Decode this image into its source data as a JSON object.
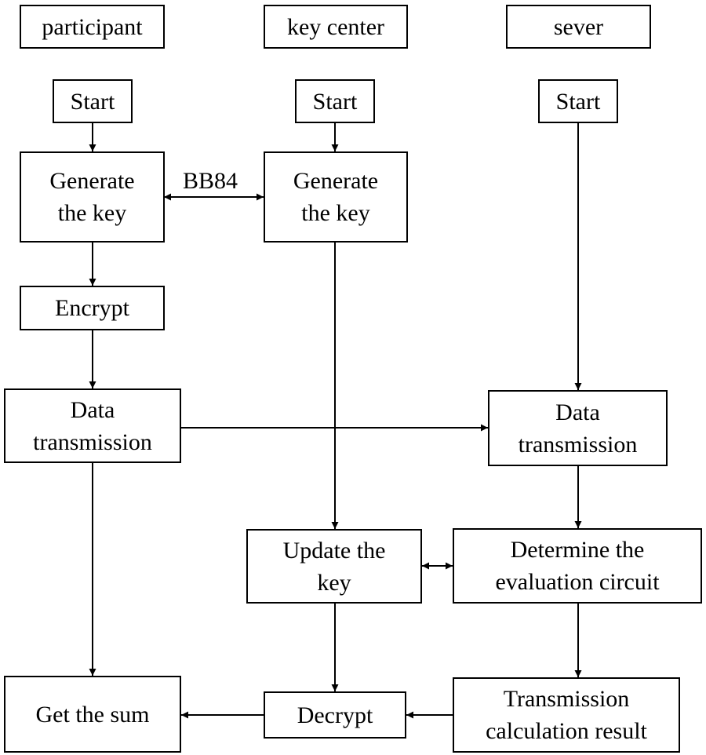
{
  "lanes": {
    "participant": "participant",
    "key_center": "key center",
    "server": "sever"
  },
  "nodes": {
    "p_start": "Start",
    "k_start": "Start",
    "s_start": "Start",
    "p_generate": "Generate\nthe key",
    "k_generate": "Generate\nthe key",
    "p_encrypt": "Encrypt",
    "p_transmit": "Data\ntransmission",
    "s_transmit": "Data\ntransmission",
    "k_update": "Update the\nkey",
    "s_determine": "Determine the\nevaluation circuit",
    "p_sum": "Get the sum",
    "k_decrypt": "Decrypt",
    "s_result": "Transmission\ncalculation result"
  },
  "edges": {
    "bb84_label": "BB84"
  },
  "colors": {
    "line": "#000000",
    "background": "#ffffff"
  }
}
